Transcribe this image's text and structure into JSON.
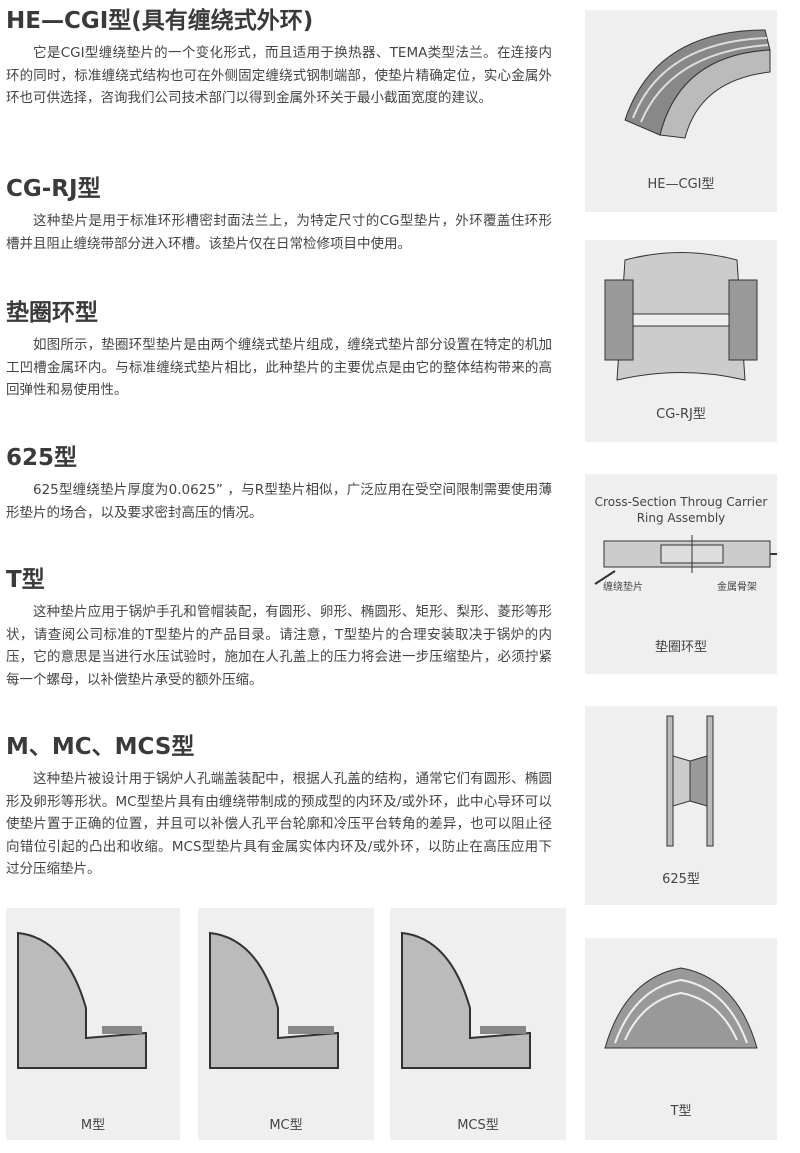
{
  "sections": [
    {
      "title": "HE—CGI型(具有缠绕式外环)",
      "body": "它是CGI型缠绕垫片的一个变化形式，而且适用于换热器、TEMA类型法兰。在连接内环的同时，标准缠绕式结构也可在外侧固定缠绕式钢制端部，使垫片精确定位，实心金属外环也可供选择，咨询我们公司技术部门以得到金属外环关于最小截面宽度的建议。"
    },
    {
      "title": "CG-RJ型",
      "body": "这种垫片是用于标准环形槽密封面法兰上，为特定尺寸的CG型垫片，外环覆盖住环形槽并且阻止缠绕带部分进入环槽。该垫片仅在日常检修项目中使用。"
    },
    {
      "title": "垫圈环型",
      "body": "如图所示，垫圈环型垫片是由两个缠绕式垫片组成，缠绕式垫片部分设置在特定的机加工凹槽金属环内。与标准缠绕式垫片相比，此种垫片的主要优点是由它的整体结构带来的高回弹性和易使用性。"
    },
    {
      "title": "625型",
      "body": "625型缠绕垫片厚度为0.0625” ，与R型垫片相似，广泛应用在受空间限制需要使用薄形垫片的场合，以及要求密封高压的情况。"
    },
    {
      "title": "T型",
      "body": "这种垫片应用于锅炉手孔和管帽装配，有圆形、卵形、椭圆形、矩形、梨形、菱形等形状，请查阅公司标准的T型垫片的产品目录。请注意，T型垫片的合理安装取决于锅炉的内压，它的意思是当进行水压试验时，施加在人孔盖上的压力将会进一步压缩垫片，必须拧紧每一个螺母，以补偿垫片承受的额外压缩。"
    },
    {
      "title": "M、MC、MCS型",
      "body": "这种垫片被设计用于锅炉人孔端盖装配中，根据人孔盖的结构，通常它们有圆形、椭圆形及卵形等形状。MC型垫片具有由缠绕带制成的预成型的内环及/或外环，此中心导环可以使垫片置于正确的位置，并且可以补偿人孔平台轮廓和冷压平台转角的差异，也可以阻止径向错位引起的凸出和收缩。MCS型垫片具有金属实体内环及/或外环，以防止在高压应用下过分压缩垫片。"
    }
  ],
  "figures": {
    "he_cgi": "HE—CGI型",
    "cg_rj": "CG-RJ型",
    "carrier": {
      "title_line1": "Cross-Section Throug Carrier",
      "title_line2": "Ring Assembly",
      "left_label": "缠绕垫片",
      "right_label": "金属骨架",
      "caption": "垫圈环型"
    },
    "f625": "625型",
    "t": "T型",
    "m": "M型",
    "mc": "MC型",
    "mcs": "MCS型"
  }
}
